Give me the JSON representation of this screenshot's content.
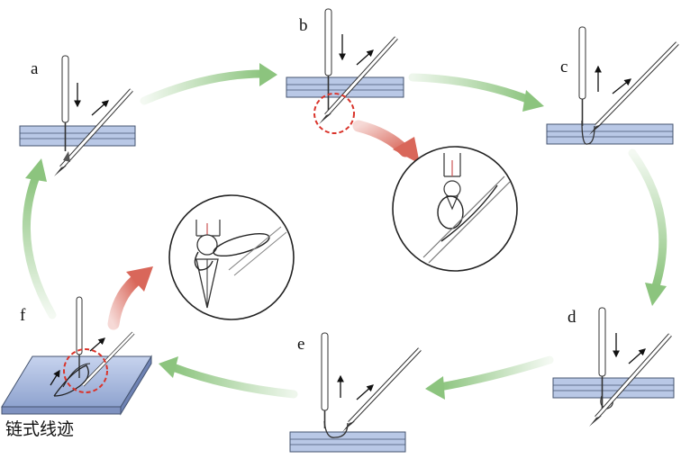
{
  "steps": [
    {
      "label": "a"
    },
    {
      "label": "b"
    },
    {
      "label": "c"
    },
    {
      "label": "d"
    },
    {
      "label": "e"
    },
    {
      "label": "f"
    }
  ],
  "caption": "链式线迹",
  "colors": {
    "fabric_fill": "#b9c8e6",
    "fabric_stroke": "#44536f",
    "arrow_green": "#8cc47e",
    "arrow_red": "#d9675a",
    "highlight_circle": "#d9342b"
  }
}
